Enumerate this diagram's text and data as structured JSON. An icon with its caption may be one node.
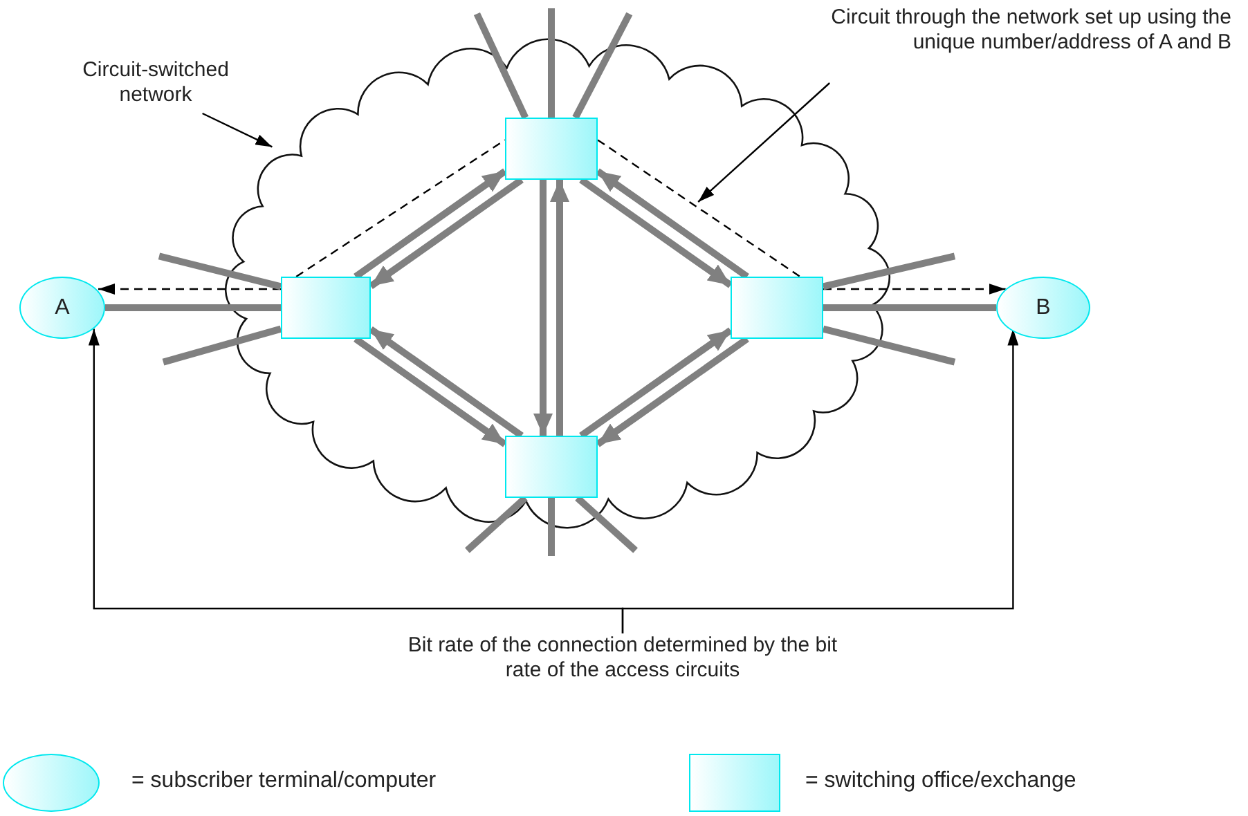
{
  "diagram": {
    "nodes": [
      {
        "text": [
          "Circuit-switched network"
        ]
      },
      {
        "text": [],
        "shape": "cloud"
      },
      {
        "text": [],
        "shape": "box",
        "in": 1
      },
      {
        "text": [],
        "shape": "box",
        "in": 1
      },
      {
        "text": [],
        "shape": "box",
        "in": 1
      },
      {
        "text": [],
        "shape": "box",
        "in": 1
      },
      {
        "text": [
          "A"
        ]
      },
      {
        "text": [
          "B"
        ]
      },
      {
        "text": [
          "Circuit through the network set up using the unique number/address of A and B"
        ]
      },
      {
        "text": [
          "Bit rate of the connection determined by the bit rate of the access circuits"
        ]
      }
    ],
    "edges": [
      {
        "from": 0,
        "to": 1,
        "arrow": "to",
        "color": "#000000"
      },
      {
        "from": 8,
        "to": null,
        "arrow": "to",
        "color": "#000000"
      },
      {
        "from": 6,
        "to": 3,
        "arrow": "none"
      },
      {
        "from": 3,
        "to": 2,
        "arrow": "to"
      },
      {
        "from": 2,
        "to": 3,
        "arrow": "to"
      },
      {
        "from": 2,
        "to": 4,
        "arrow": "to"
      },
      {
        "from": 4,
        "to": 2,
        "arrow": "to"
      },
      {
        "from": 3,
        "to": 5,
        "arrow": "to"
      },
      {
        "from": 5,
        "to": 3,
        "arrow": "to"
      },
      {
        "from": 5,
        "to": 4,
        "arrow": "to"
      },
      {
        "from": 4,
        "to": 5,
        "arrow": "to"
      },
      {
        "from": 2,
        "to": 5,
        "arrow": "to"
      },
      {
        "from": 5,
        "to": 2,
        "arrow": "to"
      },
      {
        "from": 4,
        "to": 7,
        "arrow": "none"
      },
      {
        "from": 3,
        "to": 6,
        "arrow": "to",
        "style": "dashed",
        "color": "#000000"
      },
      {
        "from": 3,
        "to": 2,
        "arrow": "none",
        "style": "dashed",
        "color": "#000000"
      },
      {
        "from": 2,
        "to": 4,
        "arrow": "none",
        "style": "dashed",
        "color": "#000000"
      },
      {
        "from": 4,
        "to": 7,
        "arrow": "to",
        "style": "dashed",
        "color": "#000000"
      },
      {
        "from": 2,
        "to": null,
        "arrow": "none"
      },
      {
        "from": 2,
        "to": null,
        "arrow": "none"
      },
      {
        "from": 2,
        "to": null,
        "arrow": "none"
      },
      {
        "from": 3,
        "to": null,
        "arrow": "none"
      },
      {
        "from": 3,
        "to": null,
        "arrow": "none"
      },
      {
        "from": 4,
        "to": null,
        "arrow": "none"
      },
      {
        "from": 4,
        "to": null,
        "arrow": "none"
      },
      {
        "from": 5,
        "to": null,
        "arrow": "none"
      },
      {
        "from": 5,
        "to": null,
        "arrow": "none"
      },
      {
        "from": 5,
        "to": null,
        "arrow": "none"
      },
      {
        "from": 9,
        "to": 6,
        "arrow": "to",
        "color": "#000000"
      },
      {
        "from": 9,
        "to": 7,
        "arrow": "to",
        "color": "#000000"
      }
    ],
    "legend": [
      {
        "text": "= subscriber terminal/computer"
      },
      {
        "text": "= switching office/exchange"
      }
    ]
  }
}
